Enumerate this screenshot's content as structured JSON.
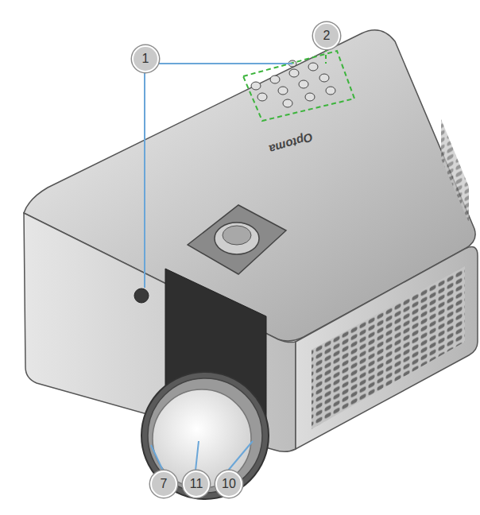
{
  "diagram": {
    "labels": [
      "1",
      "2",
      "Optoma",
      "7",
      "11",
      "10"
    ]
  }
}
